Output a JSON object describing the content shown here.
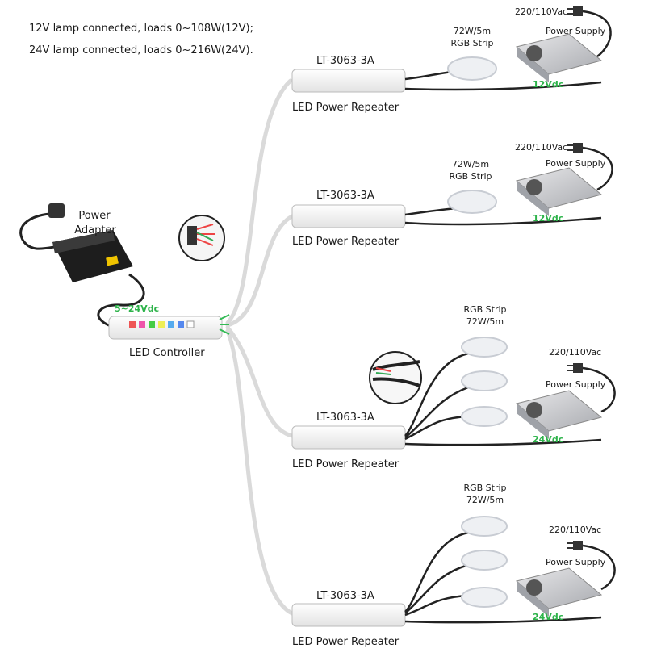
{
  "notes": {
    "line1": "12V lamp connected, loads 0~108W(12V);",
    "line2": "24V lamp connected, loads 0~216W(24V)."
  },
  "adapter": {
    "line1": "Power",
    "line2": "Adapter",
    "voltage": "5~24Vdc"
  },
  "controller": {
    "label": "LED Controller"
  },
  "repeaters": [
    {
      "model": "LT-3063-3A",
      "label": "LED Power Repeater"
    },
    {
      "model": "LT-3063-3A",
      "label": "LED Power Repeater"
    },
    {
      "model": "LT-3063-3A",
      "label": "LED Power Repeater"
    },
    {
      "model": "LT-3063-3A",
      "label": "LED Power Repeater"
    }
  ],
  "strips": [
    {
      "line1": "72W/5m",
      "line2": "RGB Strip"
    },
    {
      "line1": "72W/5m",
      "line2": "RGB Strip"
    },
    {
      "line1": "RGB Strip",
      "line2": "72W/5m"
    },
    {
      "line1": "RGB Strip",
      "line2": "72W/5m"
    }
  ],
  "supplies": [
    {
      "ac": "220/110Vac",
      "label": "Power Supply",
      "dc": "12Vdc"
    },
    {
      "ac": "220/110Vac",
      "label": "Power Supply",
      "dc": "12Vdc"
    },
    {
      "ac": "220/110Vac",
      "label": "Power Supply",
      "dc": "24Vdc"
    },
    {
      "ac": "220/110Vac",
      "label": "Power Supply",
      "dc": "24Vdc"
    }
  ],
  "colors": {
    "wire": "#d9d9d9",
    "cable": "#222222",
    "accent_green": "#2db34a"
  }
}
